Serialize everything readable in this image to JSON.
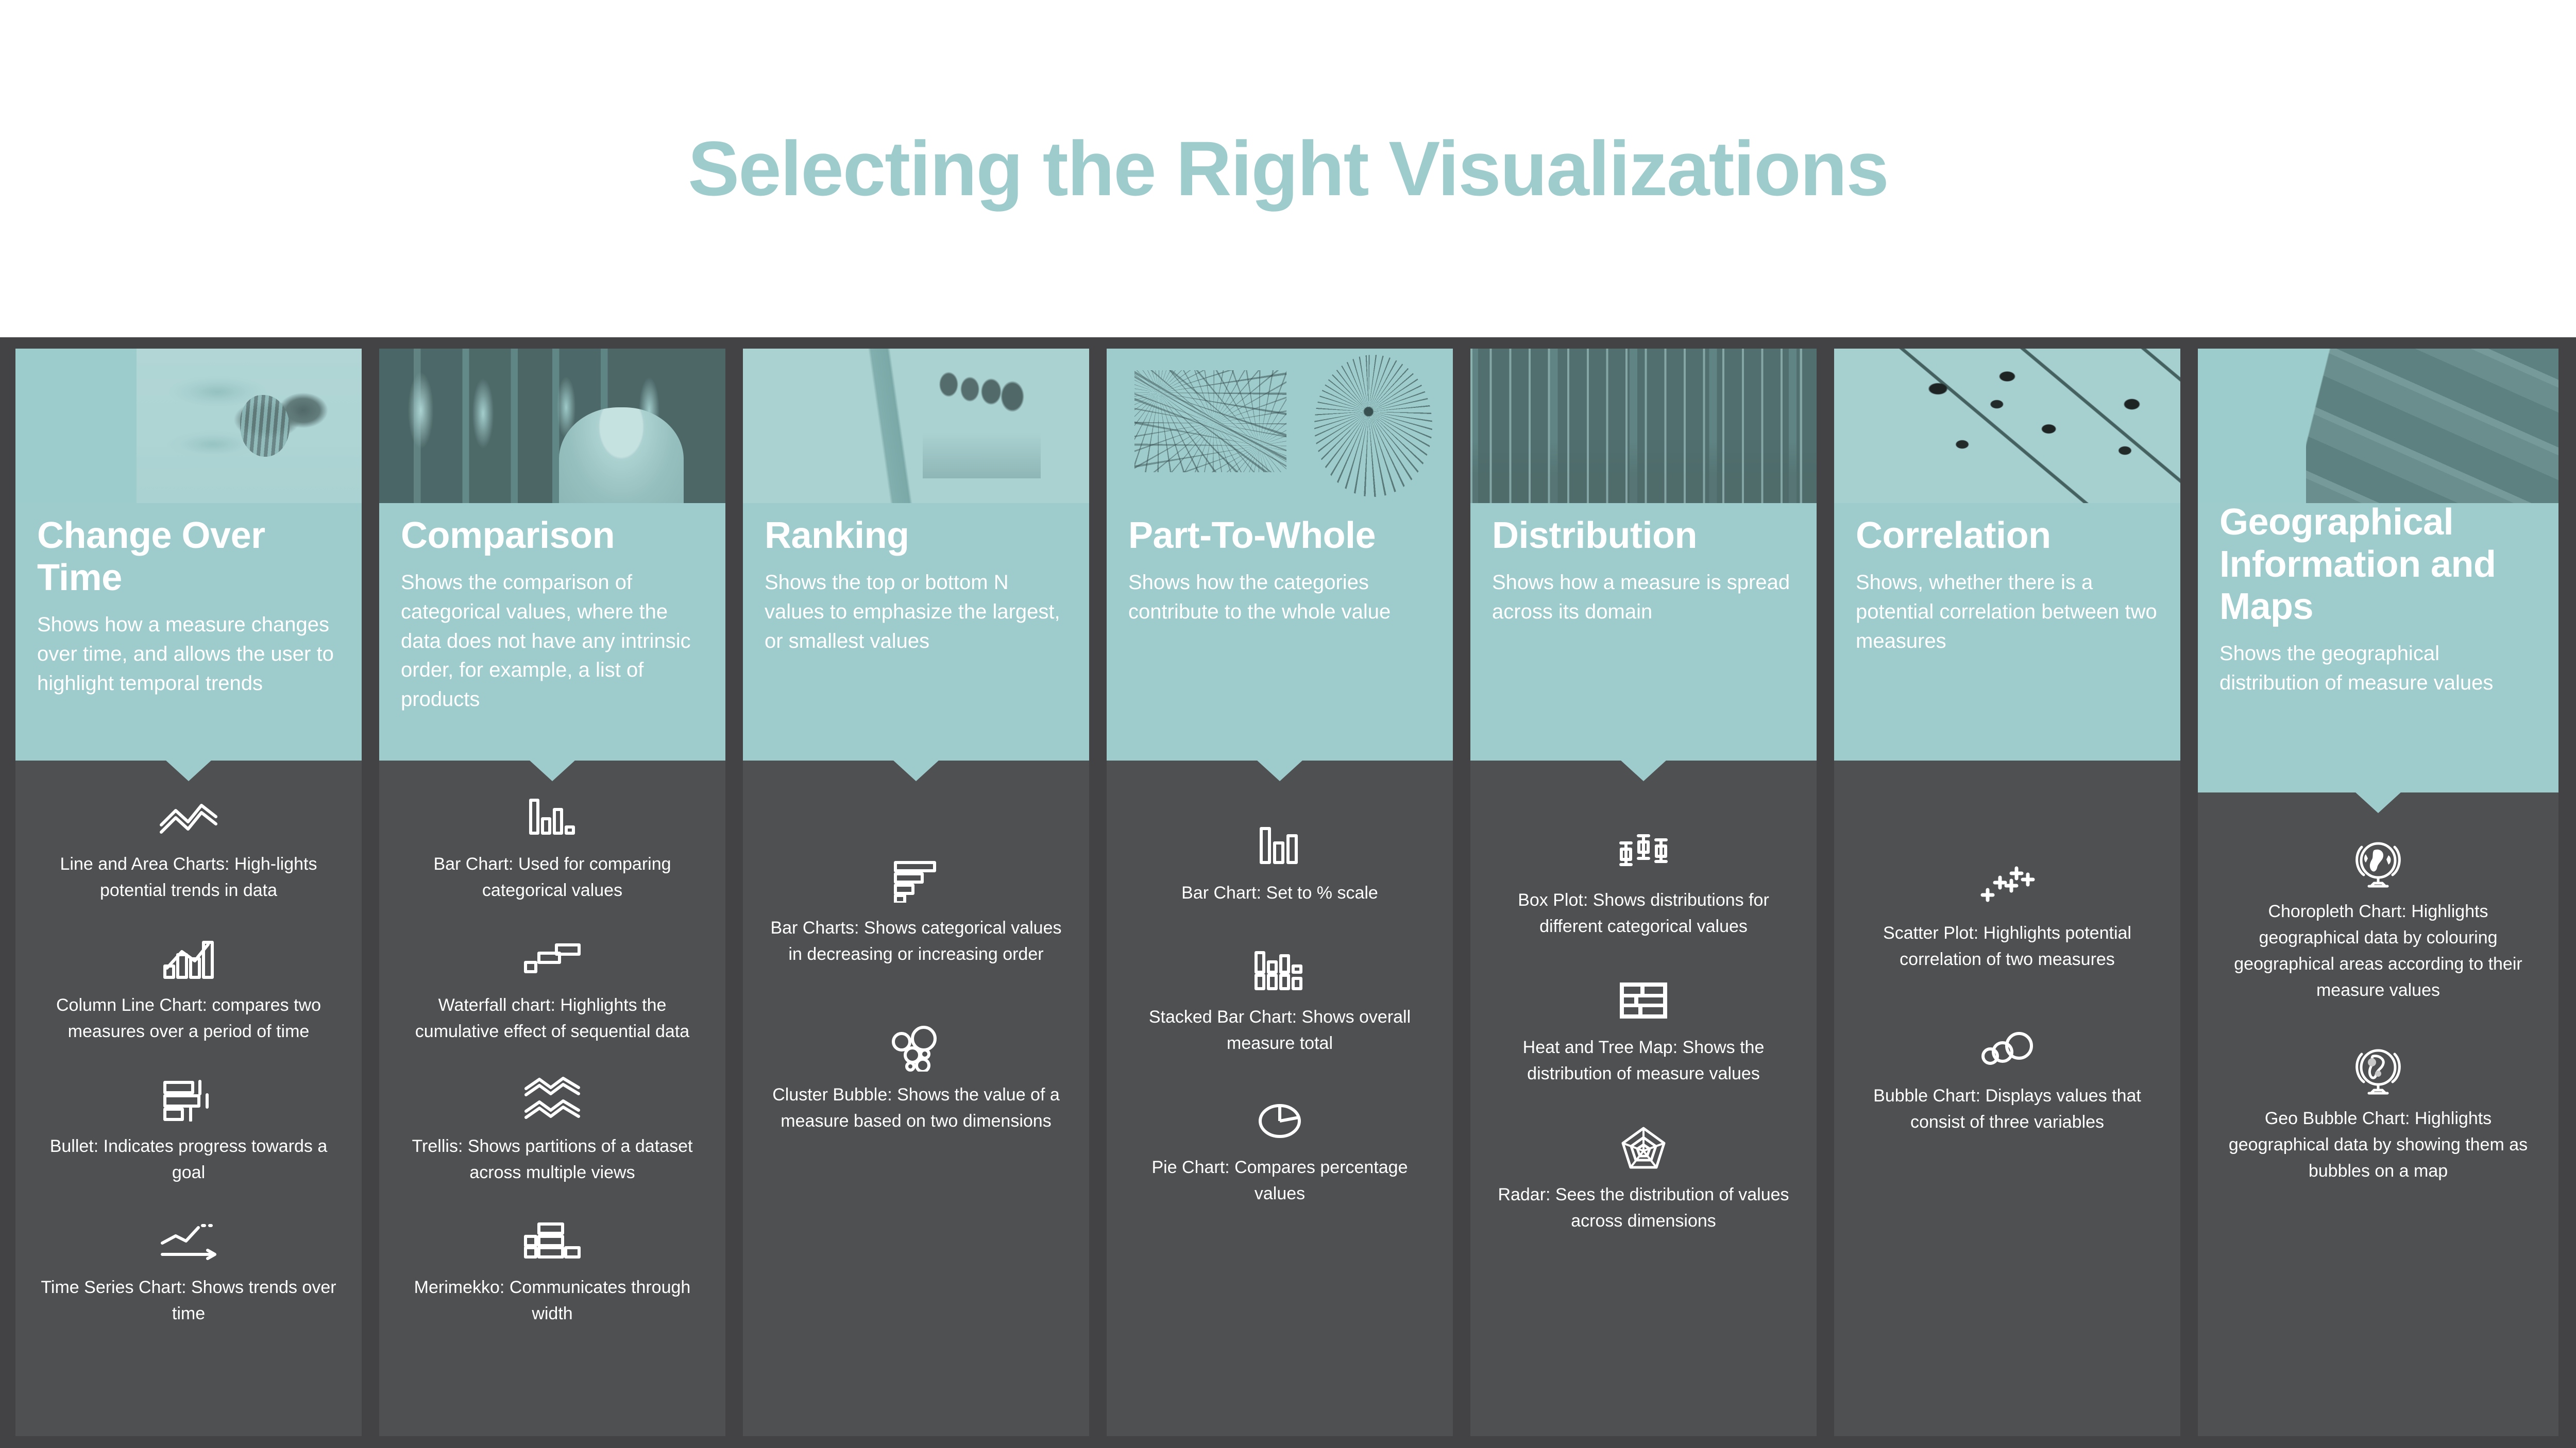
{
  "page": {
    "title": "Selecting the Right Visualizations",
    "accent_teal": "#9ecccd",
    "panel_dark": "#434345",
    "card_dark": "#4f5052",
    "text_light": "#ffffff"
  },
  "columns": [
    {
      "id": "change-over-time",
      "title": "Change Over Time",
      "description": "Shows how a measure changes over time, and allows the user to highlight temporal trends",
      "photo": "bee-on-flower-photo",
      "items": [
        {
          "icon": "line-area-chart-icon",
          "label": "Line and Area Charts: High-lights potential trends in data"
        },
        {
          "icon": "column-line-chart-icon",
          "label": "Column Line Chart: compares two measures over a period of time"
        },
        {
          "icon": "bullet-chart-icon",
          "label": "Bullet: Indicates progress towards a goal"
        },
        {
          "icon": "time-series-chart-icon",
          "label": "Time Series Chart: Shows trends over time"
        }
      ]
    },
    {
      "id": "comparison",
      "title": "Comparison",
      "description": "Shows the comparison of categorical values, where the data does not have any intrinsic order, for example, a list of products",
      "photo": "xray-lightbox-photo",
      "items": [
        {
          "icon": "bar-chart-icon",
          "label": "Bar Chart: Used for comparing categorical values"
        },
        {
          "icon": "waterfall-chart-icon",
          "label": "Waterfall chart: Highlights the cumulative effect of sequential data"
        },
        {
          "icon": "trellis-chart-icon",
          "label": "Trellis: Shows partitions of a dataset across multiple views"
        },
        {
          "icon": "merimekko-chart-icon",
          "label": "Merimekko: Communicates through width"
        }
      ]
    },
    {
      "id": "ranking",
      "title": "Ranking",
      "description": "Shows the top or bottom N values to emphasize the largest, or smallest values",
      "photo": "cyclists-on-track-photo",
      "items": [
        {
          "icon": "sorted-bar-chart-icon",
          "label": "Bar Charts: Shows categorical values in decreasing or increasing order"
        },
        {
          "icon": "cluster-bubble-icon",
          "label": "Cluster Bubble: Shows the value of a measure based on two dimensions"
        }
      ]
    },
    {
      "id": "part-to-whole",
      "title": "Part-To-Whole",
      "description": "Shows how the categories contribute to the whole value",
      "photo": "dandelion-seeds-photo",
      "items": [
        {
          "icon": "percent-bar-chart-icon",
          "label": "Bar Chart: Set to % scale"
        },
        {
          "icon": "stacked-bar-chart-icon",
          "label": "Stacked Bar Chart: Shows overall measure total"
        },
        {
          "icon": "pie-chart-icon",
          "label": "Pie Chart: Compares percentage values"
        }
      ]
    },
    {
      "id": "distribution",
      "title": "Distribution",
      "description": "Shows how a measure is spread across its domain",
      "photo": "office-building-windows-photo",
      "items": [
        {
          "icon": "box-plot-icon",
          "label": "Box Plot: Shows distributions for different categorical values"
        },
        {
          "icon": "heat-tree-map-icon",
          "label": "Heat and Tree Map: Shows the distribution of measure values"
        },
        {
          "icon": "radar-chart-icon",
          "label": "Radar: Sees the distribution of values across dimensions"
        }
      ]
    },
    {
      "id": "correlation",
      "title": "Correlation",
      "description": "Shows, whether there is a potential correlation between two measures",
      "photo": "birds-on-wires-photo",
      "items": [
        {
          "icon": "scatter-plot-icon",
          "label": "Scatter Plot: Highlights potential correlation of two measures"
        },
        {
          "icon": "bubble-chart-icon",
          "label": "Bubble Chart: Displays values that consist of three variables"
        }
      ]
    },
    {
      "id": "geographical-information-and-maps",
      "title": "Geographical Information and Maps",
      "description": "Shows the geographical distribution of measure values",
      "photo": "aerial-farmland-map-photo",
      "items": [
        {
          "icon": "choropleth-globe-icon",
          "label": "Choropleth Chart: Highlights geographical data by colouring geographical areas according to their measure values"
        },
        {
          "icon": "geo-bubble-globe-icon",
          "label": "Geo Bubble Chart: Highlights geographical data by showing them as bubbles on a map"
        }
      ]
    }
  ]
}
